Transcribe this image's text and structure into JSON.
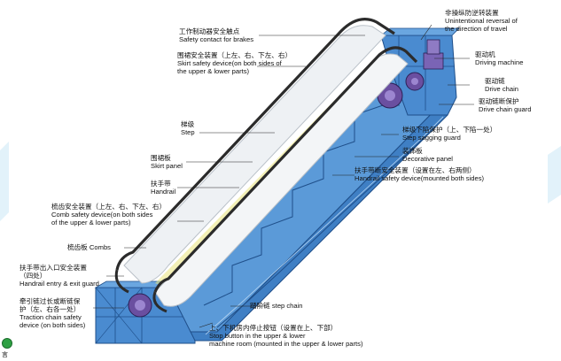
{
  "colors": {
    "frame_blue": "#3f7fc4",
    "frame_dark": "#2a5d9a",
    "machine_purple": "#6a4fa0",
    "handrail_gray": "#cfd4da",
    "step_yellow": "#e9e47a",
    "bg": "#ffffff"
  },
  "labels": {
    "reversal": {
      "zh": "非操纵防逆转装置",
      "en1": "Unintentional reversal of",
      "en2": "the direction of travel"
    },
    "safety_contact": {
      "zh": "工作制动器安全触点",
      "en": "Safety contact for brakes"
    },
    "skirt_device": {
      "zh": "围裙安全装置（上左、右、下左、右）",
      "en1": "Skirt safety device(on both sides of",
      "en2": "the upper & lower parts)"
    },
    "driving_machine": {
      "zh": "驱动机",
      "en": "Driving machine"
    },
    "drive_chain": {
      "zh": "驱动链",
      "en": "Drive chain"
    },
    "drive_chain_guard": {
      "zh": "驱动链断保护",
      "en": "Drive chain guard"
    },
    "step": {
      "zh": "梯级",
      "en": "Step"
    },
    "step_sagging": {
      "zh": "梯级下陷保护（上、下陷一处）",
      "en": "Step sagging guard"
    },
    "decorative_panel": {
      "zh": "装饰板",
      "en": "Decorative panel"
    },
    "skirt_panel": {
      "zh": "围裙板",
      "en": "Skirt panel"
    },
    "handrail_safety": {
      "zh": "扶手带断安全装置（设置在左、右两侧）",
      "en": "Handrail safety device(mounted both sides)"
    },
    "handrail": {
      "zh": "扶手带",
      "en": "Handrail"
    },
    "comb_safety": {
      "zh": "梳齿安全装置（上左、右、下左、右）",
      "en1": "Comb safety device(on both sides",
      "en2": "of the upper & lower parts)"
    },
    "combs": {
      "zh": "梳齿板",
      "en": "Combs"
    },
    "handrail_entry": {
      "zh1": "扶手带出入口安全装置",
      "zh2": "（四处）",
      "en": "Handrail entry & exit guard"
    },
    "traction_chain": {
      "zh1": "牵引链过长或断链保",
      "zh2": "护（左、右各一处）",
      "en1": "Traction chain safety",
      "en2": "device (on both sides)"
    },
    "step_chain": {
      "zh": "踏阶链",
      "en": "step chain"
    },
    "stop_button": {
      "zh": "上、下机房内停止按钮（设置在上、下部）",
      "en1": "Stop button in the upper & lower",
      "en2": "machine room (mounted in the upper & lower parts)"
    }
  },
  "status": {
    "text": "言"
  }
}
